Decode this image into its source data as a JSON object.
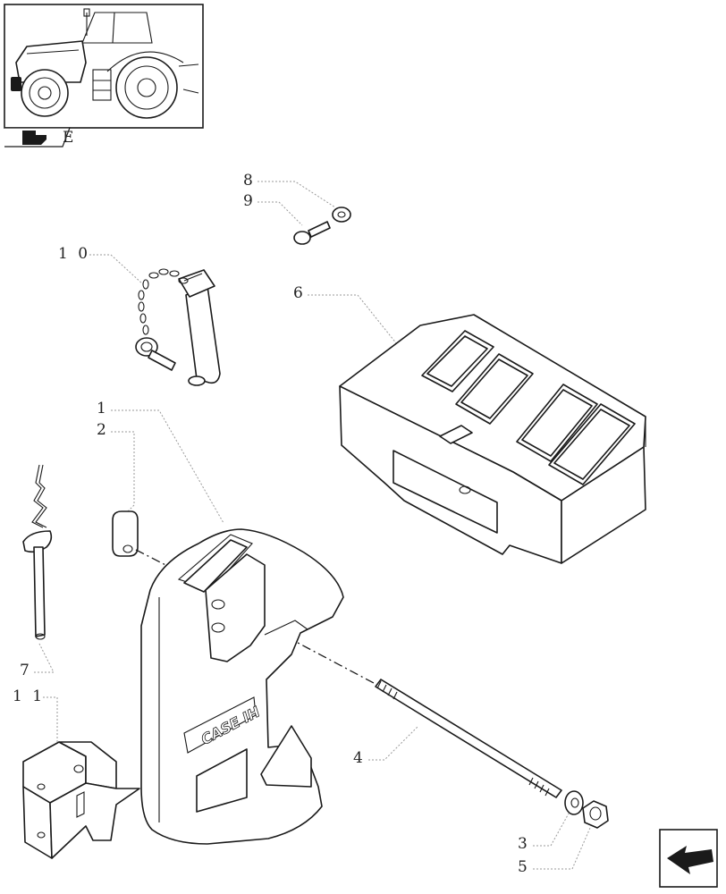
{
  "diagram": {
    "section_code": "E",
    "callouts": [
      {
        "id": "8",
        "text": "8"
      },
      {
        "id": "9",
        "text": "9"
      },
      {
        "id": "10",
        "text": "1 0"
      },
      {
        "id": "6",
        "text": "6"
      },
      {
        "id": "1",
        "text": "1"
      },
      {
        "id": "2",
        "text": "2"
      },
      {
        "id": "7",
        "text": "7"
      },
      {
        "id": "11",
        "text": "1 1"
      },
      {
        "id": "4",
        "text": "4"
      },
      {
        "id": "3",
        "text": "3"
      },
      {
        "id": "5",
        "text": "5"
      }
    ],
    "logo_text": "CASE IH",
    "icons": {
      "overview": "tractor-thumbnail",
      "section": "book-arrow-icon",
      "nav": "back-arrow-icon"
    }
  }
}
